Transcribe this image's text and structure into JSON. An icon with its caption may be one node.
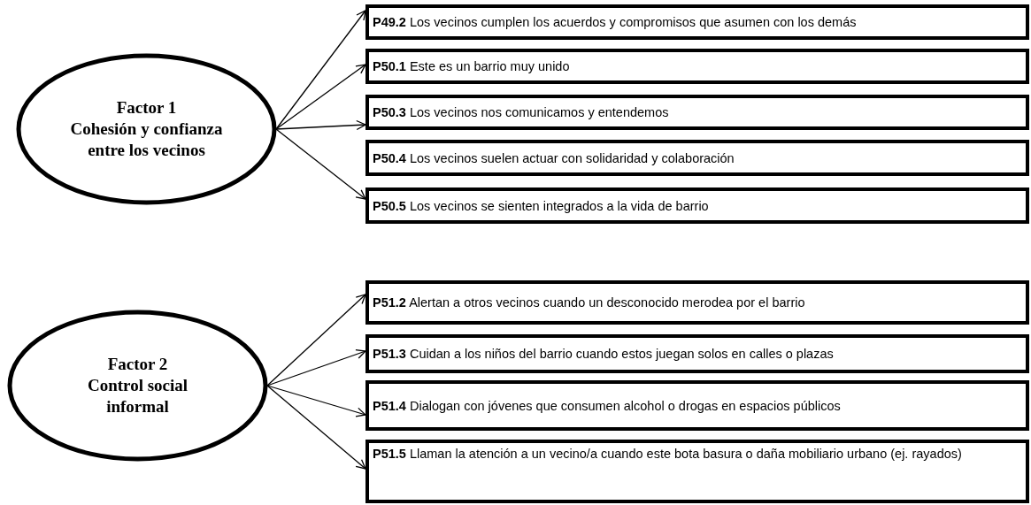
{
  "diagram": {
    "nodes": [
      {
        "text": [
          "Factor 1",
          "Cohesión y confianza entre los vecinos"
        ]
      },
      {
        "text": [
          "**P49.2** Los vecinos cumplen los acuerdos y compromisos que asumen con los demás"
        ]
      },
      {
        "text": [
          "**P50.1** Este es un barrio muy unido"
        ]
      },
      {
        "text": [
          "**P50.3** Los vecinos nos comunicamos y entendemos"
        ]
      },
      {
        "text": [
          "**P50.4** Los vecinos suelen actuar con solidaridad y colaboración"
        ]
      },
      {
        "text": [
          "**P50.5** Los vecinos se sienten integrados a la vida de barrio"
        ]
      },
      {
        "text": [
          "Factor 2",
          "Control social informal"
        ]
      },
      {
        "text": [
          "**P51.2** Alertan a otros vecinos cuando un desconocido merodea por el barrio"
        ]
      },
      {
        "text": [
          "**P51.3** Cuidan a los niños del barrio cuando estos juegan solos en calles o plazas"
        ]
      },
      {
        "text": [
          "**P51.4** Dialogan con jóvenes que consumen alcohol o drogas en espacios públicos"
        ]
      },
      {
        "text": [
          "**P51.5** Llaman la atención a un vecino/a cuando este bota basura o daña mobiliario urbano (ej. rayados)"
        ]
      }
    ],
    "edges": [
      {
        "from": 0,
        "to": 1,
        "arrow": "to"
      },
      {
        "from": 0,
        "to": 2,
        "arrow": "to"
      },
      {
        "from": 0,
        "to": 3,
        "arrow": "to"
      },
      {
        "from": 0,
        "to": 5,
        "arrow": "to"
      },
      {
        "from": 6,
        "to": 7,
        "arrow": "to"
      },
      {
        "from": 6,
        "to": 8,
        "arrow": "to"
      },
      {
        "from": 6,
        "to": 9,
        "arrow": "to"
      },
      {
        "from": 6,
        "to": 10,
        "arrow": "to"
      }
    ]
  }
}
